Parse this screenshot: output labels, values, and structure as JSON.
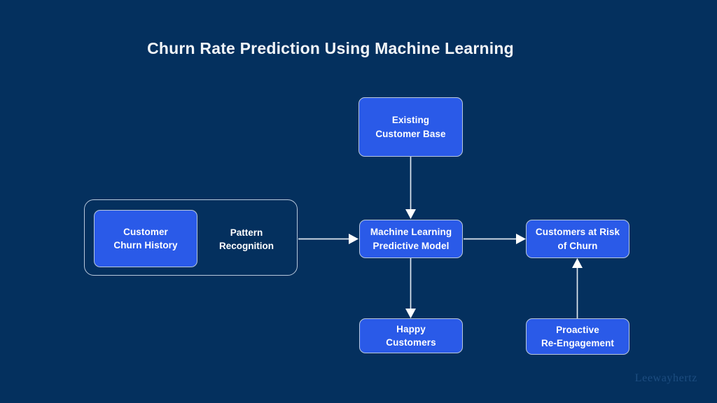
{
  "diagram": {
    "title": "Churn Rate Prediction Using Machine Learning",
    "background_color": "#04305e",
    "node_fill_color": "#2a5ae8",
    "node_border_color": "#b9c8dc",
    "text_color": "#ffffff",
    "connector_color": "#dfe6ef",
    "type": "flowchart",
    "nodes": [
      {
        "id": "existing-customer-base",
        "label": "Existing\nCustomer Base",
        "shape": "rounded-rect",
        "filled": true
      },
      {
        "id": "churn-analysis-group",
        "label": "",
        "shape": "rounded-rect",
        "filled": false
      },
      {
        "id": "customer-churn-history",
        "label": "Customer\nChurn History",
        "shape": "rounded-rect",
        "filled": true
      },
      {
        "id": "pattern-recognition",
        "label": "Pattern\nRecognition",
        "shape": "text",
        "filled": false
      },
      {
        "id": "machine-learning-predictive-model",
        "label": "Machine Learning\nPredictive Model",
        "shape": "rounded-rect",
        "filled": true
      },
      {
        "id": "customers-at-risk-of-churn",
        "label": "Customers at Risk\nof Churn",
        "shape": "rounded-rect",
        "filled": true
      },
      {
        "id": "happy-customers",
        "label": "Happy\nCustomers",
        "shape": "rounded-rect",
        "filled": true
      },
      {
        "id": "proactive-re-engagement",
        "label": "Proactive\nRe-Engagement",
        "shape": "rounded-rect",
        "filled": true
      }
    ],
    "edges": [
      {
        "from": "existing-customer-base",
        "to": "machine-learning-predictive-model",
        "direction": "down"
      },
      {
        "from": "churn-analysis-group",
        "to": "machine-learning-predictive-model",
        "direction": "right"
      },
      {
        "from": "machine-learning-predictive-model",
        "to": "customers-at-risk-of-churn",
        "direction": "right"
      },
      {
        "from": "machine-learning-predictive-model",
        "to": "happy-customers",
        "direction": "down"
      },
      {
        "from": "proactive-re-engagement",
        "to": "customers-at-risk-of-churn",
        "direction": "up"
      }
    ],
    "watermark": "Leewayhertz"
  }
}
